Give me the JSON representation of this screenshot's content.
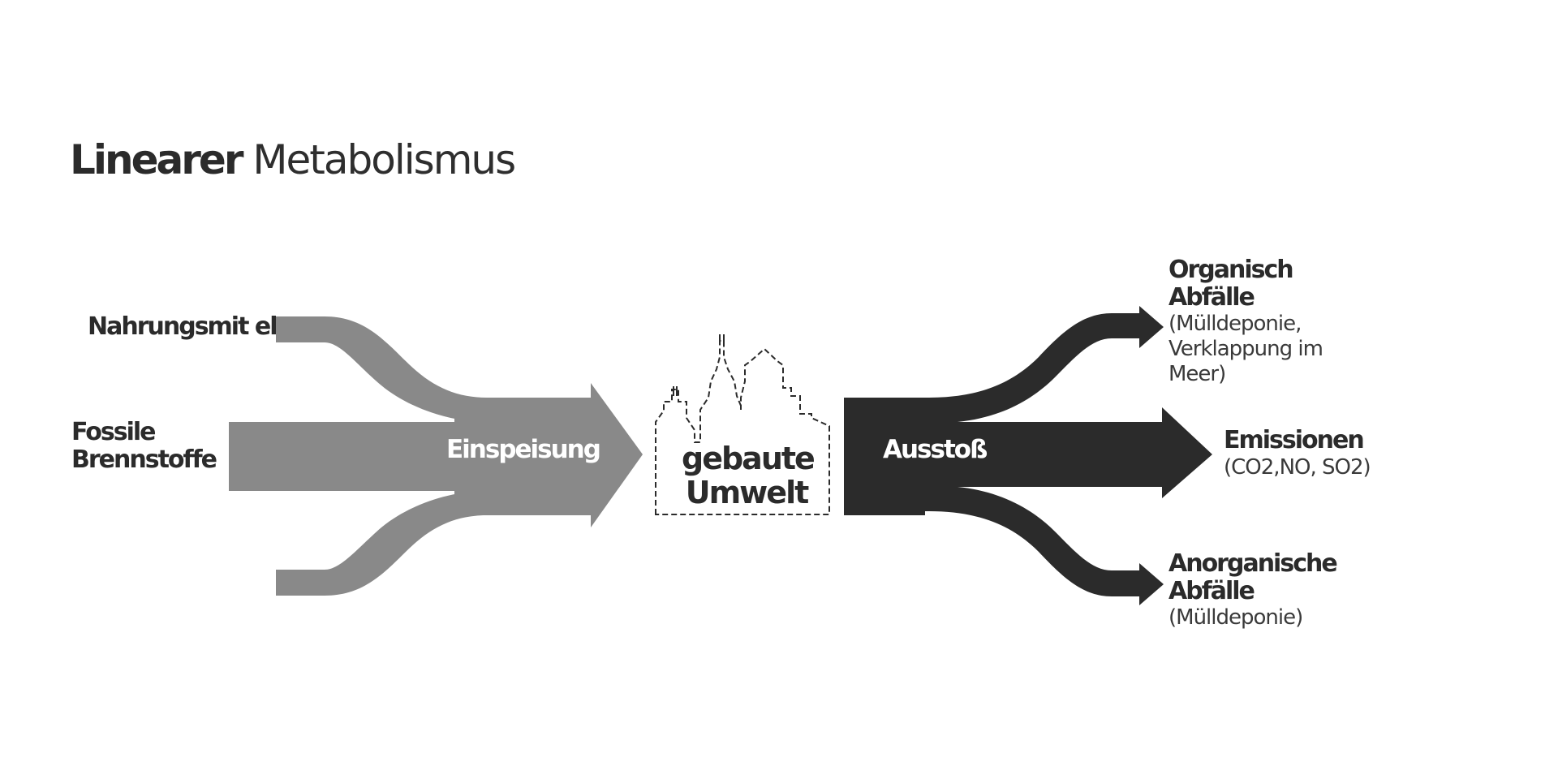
{
  "title": {
    "bold": "Linearer",
    "light": "Metabolismus"
  },
  "inputs": {
    "top": "Nahrungsmit el",
    "middle_line1": "Fossile",
    "middle_line2": "Brennstoffe"
  },
  "flows": {
    "input": "Einspeisung",
    "output": "Ausstoß"
  },
  "center": {
    "line1": "gebaute",
    "line2": "Umwelt"
  },
  "outputs": {
    "organic": {
      "title_line1": "Organisch",
      "title_line2": "Abfälle",
      "sub_line1": "(Mülldeponie,",
      "sub_line2": "Verklappung im",
      "sub_line3": "Meer)"
    },
    "emissions": {
      "title": "Emissionen",
      "sub": "(CO2,NO, SO2)"
    },
    "inorganic": {
      "title_line1": "Anorganische",
      "title_line2": "Abfälle",
      "sub": "(Mülldeponie)"
    }
  },
  "colors": {
    "input_flow": "#898989",
    "output_flow": "#2b2b2b",
    "outline": "#2b2b2b",
    "text": "#2b2b2b"
  }
}
